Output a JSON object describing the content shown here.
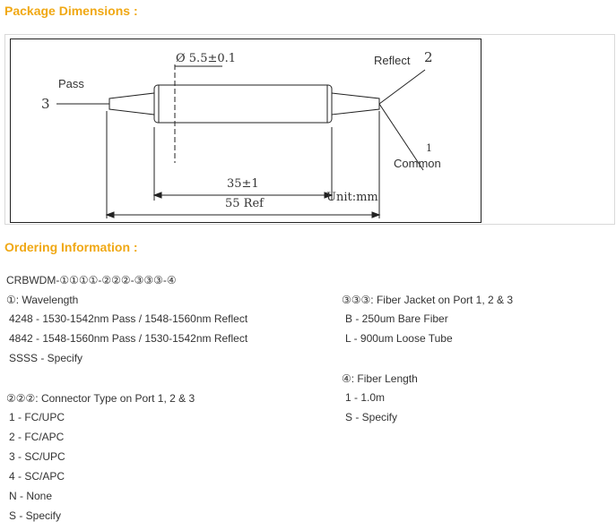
{
  "package_dimensions": {
    "title": "Package Dimensions :",
    "diagram": {
      "pass_label": "Pass",
      "reflect_label": "Reflect",
      "common_label": "Common",
      "port_pass": "3",
      "port_reflect": "2",
      "port_common": "1",
      "diameter": "Ø 5.5±0.1",
      "body_length": "35±1",
      "total_length": "55 Ref",
      "unit": "Unit:mm"
    }
  },
  "ordering_information": {
    "title": "Ordering Information :",
    "code": "CRBWDM-①①①①-②②②-③③③-④",
    "wavelength": {
      "heading": "①: Wavelength",
      "options": [
        "4248 - 1530-1542nm Pass / 1548-1560nm Reflect",
        "4842 - 1548-1560nm Pass / 1530-1542nm Reflect",
        "SSSS - Specify"
      ]
    },
    "connector": {
      "heading": "②②②: Connector Type on Port 1, 2 & 3",
      "options": [
        "1 - FC/UPC",
        "2 - FC/APC",
        "3 - SC/UPC",
        "4 - SC/APC",
        "N - None",
        "S - Specify"
      ]
    },
    "fiber_jacket": {
      "heading": "③③③: Fiber Jacket on Port 1, 2 & 3",
      "options": [
        "B - 250um Bare Fiber",
        "L - 900um Loose Tube"
      ]
    },
    "fiber_length": {
      "heading": "④: Fiber Length",
      "options": [
        "1 - 1.0m",
        "S - Specify"
      ]
    }
  }
}
